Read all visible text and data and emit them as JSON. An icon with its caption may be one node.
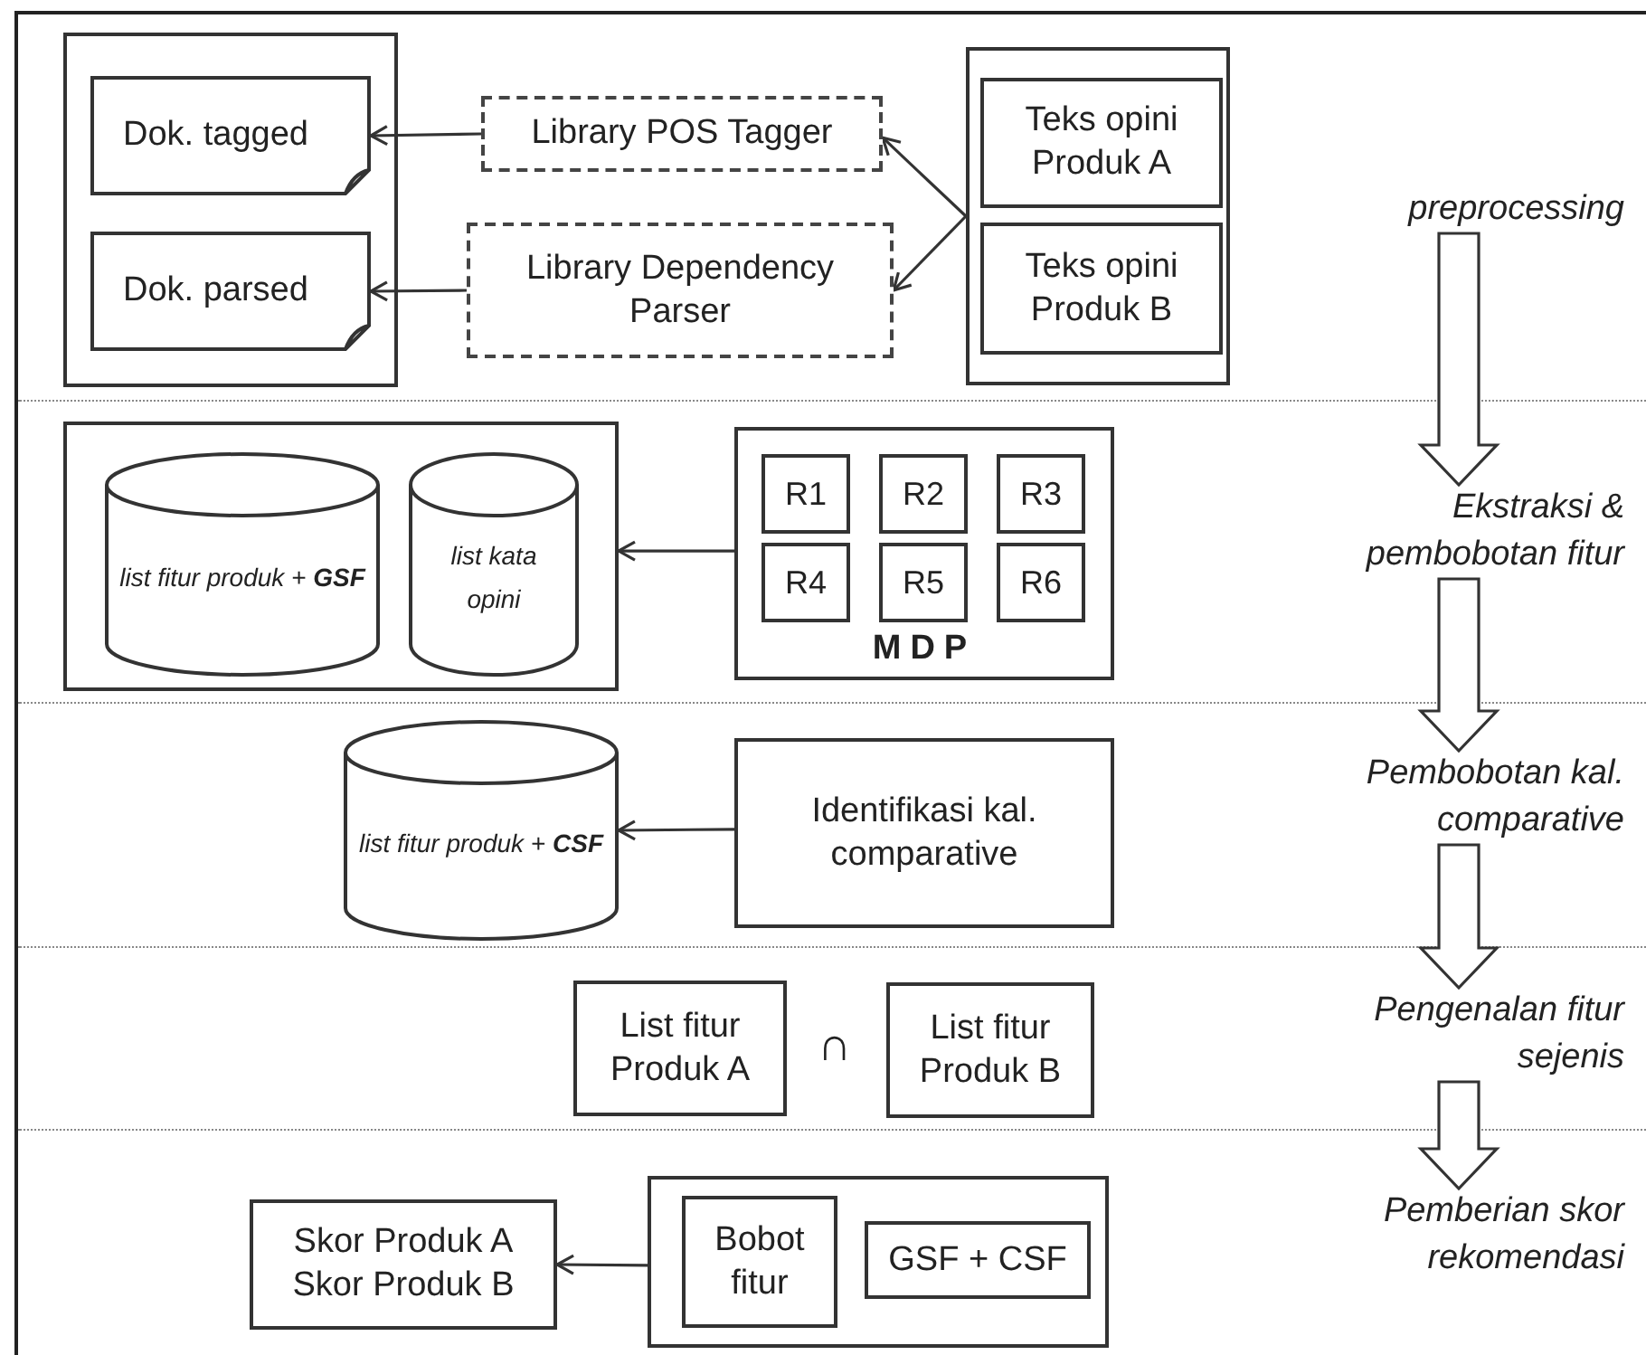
{
  "diagram": {
    "nodes": [
      {
        "text": [],
        "shape": "box"
      },
      {
        "text": [
          "Dok. tagged"
        ],
        "in": 0
      },
      {
        "text": [
          "Dok. parsed"
        ],
        "in": 0
      },
      {
        "text": [
          "Library POS Tagger"
        ]
      },
      {
        "text": [
          "Library Dependency Parser"
        ]
      },
      {
        "text": [],
        "shape": "box"
      },
      {
        "text": [
          "Teks opini Produk A"
        ],
        "in": 5
      },
      {
        "text": [
          "Teks opini Produk B"
        ],
        "in": 5
      },
      {
        "text": [
          "preprocessing"
        ]
      },
      {
        "text": [],
        "shape": "box"
      },
      {
        "text": [
          "list fitur produk + **GSF**"
        ],
        "in": 9
      },
      {
        "text": [
          "list kata opini"
        ],
        "in": 9
      },
      {
        "text": [
          "MDP"
        ]
      },
      {
        "text": [
          "R1"
        ],
        "in": 12
      },
      {
        "text": [
          "R2"
        ],
        "in": 12
      },
      {
        "text": [
          "R3"
        ],
        "in": 12
      },
      {
        "text": [
          "R4"
        ],
        "in": 12
      },
      {
        "text": [
          "R5"
        ],
        "in": 12
      },
      {
        "text": [
          "R6"
        ],
        "in": 12
      },
      {
        "text": [
          "Ekstraksi & pembobotan fitur"
        ]
      },
      {
        "text": [
          "list fitur produk + **CSF**"
        ]
      },
      {
        "text": [
          "Identifikasi kal. comparative"
        ]
      },
      {
        "text": [
          "Pembobotan kal. comparative"
        ]
      },
      {
        "text": [
          "List fitur Produk A"
        ]
      },
      {
        "text": [
          "List fitur Produk B"
        ]
      },
      {
        "text": [
          "Pengenalan fitur sejenis"
        ]
      },
      {
        "text": [
          "Skor Produk A",
          "Skor Produk B"
        ]
      },
      {
        "text": [],
        "shape": "box"
      },
      {
        "text": [
          "Bobot fitur"
        ],
        "in": 27
      },
      {
        "text": [
          "GSF + CSF"
        ],
        "in": 27
      },
      {
        "text": [
          "Pemberian skor rekomendasi"
        ]
      }
    ],
    "edges": [
      {
        "from": 3,
        "to": 1,
        "arrow": "to"
      },
      {
        "from": 4,
        "to": 2,
        "arrow": "to"
      },
      {
        "from": 5,
        "to": 3,
        "arrow": "to"
      },
      {
        "from": 5,
        "to": 4,
        "arrow": "to"
      },
      {
        "from": 12,
        "to": 9,
        "arrow": "to"
      },
      {
        "from": 21,
        "to": 20,
        "arrow": "to"
      },
      {
        "from": 27,
        "to": 26,
        "arrow": "to"
      },
      {
        "from": 8,
        "to": 19,
        "arrow": "to",
        "style": "thick"
      },
      {
        "from": 19,
        "to": 22,
        "arrow": "to",
        "style": "thick"
      },
      {
        "from": 22,
        "to": 25,
        "arrow": "to",
        "style": "thick"
      },
      {
        "from": 25,
        "to": 30,
        "arrow": "to",
        "style": "thick"
      }
    ],
    "labels": [
      "∩"
    ]
  }
}
